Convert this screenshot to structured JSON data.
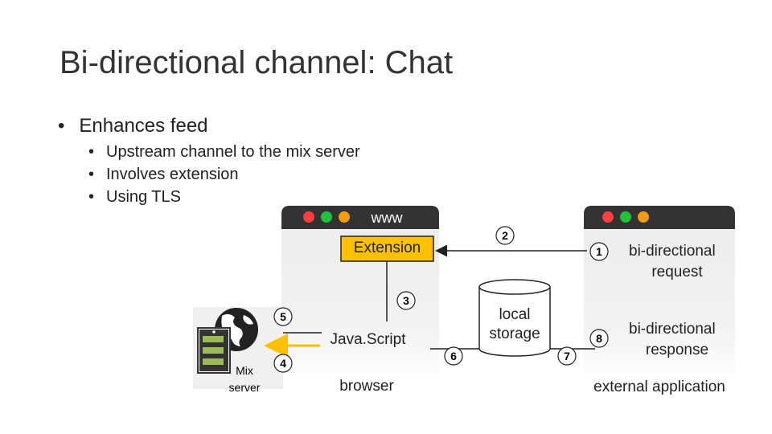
{
  "title": "Bi-directional channel: Chat",
  "bullet_main": "Enhances feed",
  "sub_bullets": [
    "Upstream channel to the mix server",
    "Involves extension",
    "Using TLS"
  ],
  "browser": {
    "tab_label": "www",
    "extension_label": "Extension",
    "javascript_label": "Java.Script",
    "caption": "browser"
  },
  "storage_label": [
    "local",
    "storage"
  ],
  "mix_server_label": [
    "Mix",
    "server"
  ],
  "external_app": {
    "caption": "external application",
    "request_label": [
      "bi-directional",
      "request"
    ],
    "response_label": [
      "bi-directional",
      "response"
    ]
  },
  "steps": [
    "1",
    "2",
    "3",
    "4",
    "5",
    "6",
    "7",
    "8"
  ],
  "colors": {
    "extension_fill": "#ffc000",
    "arrow_yellow": "#ffc000",
    "dot_red": "#ff4040",
    "dot_green": "#21c13b",
    "dot_orange": "#f39c12",
    "titlebar": "#333333",
    "window_body": "#ececec"
  },
  "icons": [
    "globe-icon",
    "server-icon"
  ]
}
